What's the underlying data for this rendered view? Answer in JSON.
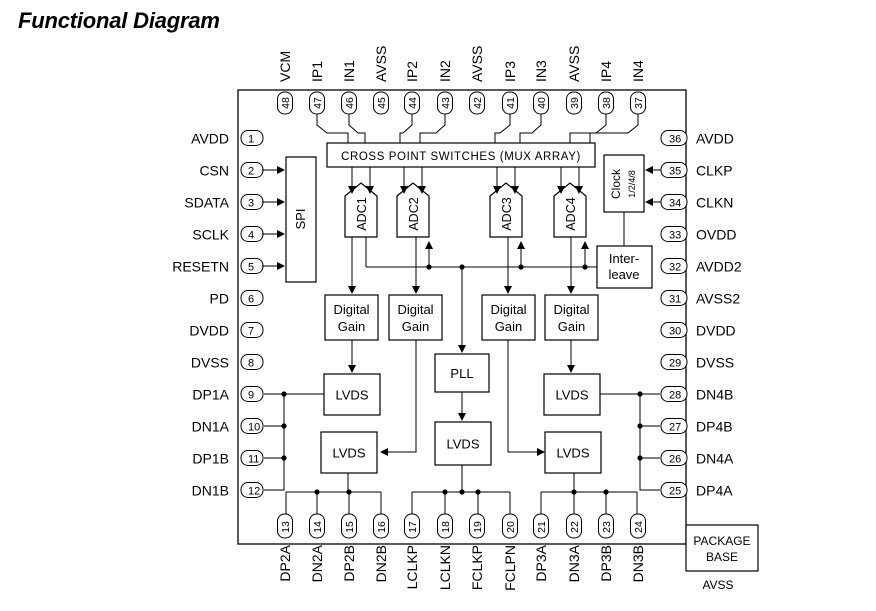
{
  "title": "Functional Diagram",
  "pins": {
    "left": [
      {
        "num": "1",
        "name": "AVDD"
      },
      {
        "num": "2",
        "name": "CSN"
      },
      {
        "num": "3",
        "name": "SDATA"
      },
      {
        "num": "4",
        "name": "SCLK"
      },
      {
        "num": "5",
        "name": "RESETN"
      },
      {
        "num": "6",
        "name": "PD"
      },
      {
        "num": "7",
        "name": "DVDD"
      },
      {
        "num": "8",
        "name": "DVSS"
      },
      {
        "num": "9",
        "name": "DP1A"
      },
      {
        "num": "10",
        "name": "DN1A"
      },
      {
        "num": "11",
        "name": "DP1B"
      },
      {
        "num": "12",
        "name": "DN1B"
      }
    ],
    "right": [
      {
        "num": "36",
        "name": "AVDD"
      },
      {
        "num": "35",
        "name": "CLKP"
      },
      {
        "num": "34",
        "name": "CLKN"
      },
      {
        "num": "33",
        "name": "OVDD"
      },
      {
        "num": "32",
        "name": "AVDD2"
      },
      {
        "num": "31",
        "name": "AVSS2"
      },
      {
        "num": "30",
        "name": "DVDD"
      },
      {
        "num": "29",
        "name": "DVSS"
      },
      {
        "num": "28",
        "name": "DN4B"
      },
      {
        "num": "27",
        "name": "DP4B"
      },
      {
        "num": "26",
        "name": "DN4A"
      },
      {
        "num": "25",
        "name": "DP4A"
      }
    ],
    "top": [
      {
        "num": "48",
        "name": "VCM"
      },
      {
        "num": "47",
        "name": "IP1"
      },
      {
        "num": "46",
        "name": "IN1"
      },
      {
        "num": "45",
        "name": "AVSS"
      },
      {
        "num": "44",
        "name": "IP2"
      },
      {
        "num": "43",
        "name": "IN2"
      },
      {
        "num": "42",
        "name": "AVSS"
      },
      {
        "num": "41",
        "name": "IP3"
      },
      {
        "num": "40",
        "name": "IN3"
      },
      {
        "num": "39",
        "name": "AVSS"
      },
      {
        "num": "38",
        "name": "IP4"
      },
      {
        "num": "37",
        "name": "IN4"
      }
    ],
    "bottom": [
      {
        "num": "13",
        "name": "DP2A"
      },
      {
        "num": "14",
        "name": "DN2A"
      },
      {
        "num": "15",
        "name": "DP2B"
      },
      {
        "num": "16",
        "name": "DN2B"
      },
      {
        "num": "17",
        "name": "LCLKP"
      },
      {
        "num": "18",
        "name": "LCLKN"
      },
      {
        "num": "19",
        "name": "FCLKP"
      },
      {
        "num": "20",
        "name": "FCLPN"
      },
      {
        "num": "21",
        "name": "DP3A"
      },
      {
        "num": "22",
        "name": "DN3A"
      },
      {
        "num": "23",
        "name": "DP3B"
      },
      {
        "num": "24",
        "name": "DN3B"
      }
    ]
  },
  "blocks": {
    "mux": "CROSS POINT SWITCHES (MUX ARRAY)",
    "spi": "SPI",
    "adcs": [
      "ADC1",
      "ADC2",
      "ADC3",
      "ADC4"
    ],
    "digital_gain": {
      "line1": "Digital",
      "line2": "Gain"
    },
    "lvds": "LVDS",
    "pll": "PLL",
    "clock": {
      "line1": "Clock",
      "line2": "1/2/4/8"
    },
    "interleave": {
      "line1": "Inter-",
      "line2": "leave"
    },
    "package": {
      "line1": "PACKAGE",
      "line2": "BASE",
      "label": "AVSS"
    }
  }
}
